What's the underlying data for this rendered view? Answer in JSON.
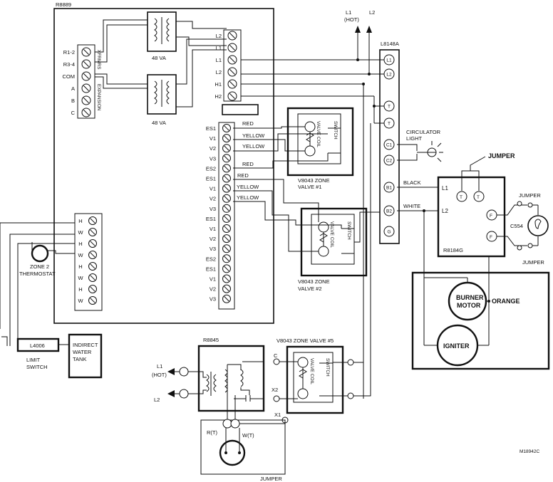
{
  "title_code": "R8889",
  "figure_id": "M18942C",
  "supply": {
    "l1": "L1",
    "hot": "(HOT)",
    "l2": "L2"
  },
  "r8889": {
    "left_terminals": [
      "R1-2",
      "R3-4",
      "COM",
      "A",
      "B",
      "C"
    ],
    "side_label_1": "XFRMRS",
    "side_label_2": "EXPANSION",
    "transformer_1": "48 VA",
    "transformer_2": "48 VA",
    "right_top_terminals": [
      "L2",
      "L1",
      "L1",
      "L2",
      "H1",
      "H2"
    ],
    "zone_terminals": [
      "ES1",
      "V1",
      "V2",
      "V3",
      "ES2",
      "ES1",
      "V1",
      "V2",
      "V3",
      "ES1",
      "V1",
      "V2",
      "V3",
      "ES2",
      "ES1",
      "V1",
      "V2",
      "V3"
    ],
    "left_lower_terminals": [
      "H",
      "W",
      "H",
      "W",
      "H",
      "W",
      "H",
      "W"
    ]
  },
  "zone2_thermostat": {
    "line1": "ZONE 2",
    "line2": "THERMOSTAT"
  },
  "wire_colors": {
    "red": "RED",
    "yellow": "YELLOW",
    "black": "BLACK",
    "white": "WHITE",
    "orange": "ORANGE"
  },
  "valve1": {
    "coil": "VALVE COIL",
    "switch": "SWITCH",
    "label1": "V8043 ZONE",
    "label2": "VALVE #1"
  },
  "valve2": {
    "coil": "VALVE COIL",
    "switch": "SWITCH",
    "label1": "V8043 ZONE",
    "label2": "VALVE #2"
  },
  "valve5": {
    "title": "V8043 ZONE VALVE #5",
    "coil": "VALVE COIL",
    "switch": "SWITCH"
  },
  "l8148a": {
    "name": "L8148A",
    "terminals": [
      "L1",
      "L2",
      "T",
      "T",
      "C1",
      "C2",
      "B1",
      "B2",
      "G"
    ]
  },
  "circulator": {
    "line1": "CIRCULATOR",
    "line2": "LIGHT"
  },
  "r8184g": {
    "name": "R8184G",
    "jumper_top": "JUMPER",
    "jumper_right_top": "JUMPER",
    "jumper_right_bottom": "JUMPER",
    "l1": "L1",
    "l2": "L2",
    "t": "T",
    "f": "F",
    "c554": "C554"
  },
  "burner": {
    "motor_line1": "BURNER",
    "motor_line2": "MOTOR",
    "igniter": "IGNITER"
  },
  "l4006": {
    "name": "L4006",
    "line1": "LIMIT",
    "line2": "SWITCH"
  },
  "tank": {
    "line1": "INDIRECT",
    "line2": "WATER",
    "line3": "TANK"
  },
  "r8845": {
    "name": "R8845",
    "c": "C",
    "x2": "X2",
    "x1": "X1",
    "rt": "R(T)",
    "wt": "W(T)",
    "l1": "L1",
    "hot": "(HOT)",
    "l2": "L2",
    "jumper": "JUMPER"
  }
}
